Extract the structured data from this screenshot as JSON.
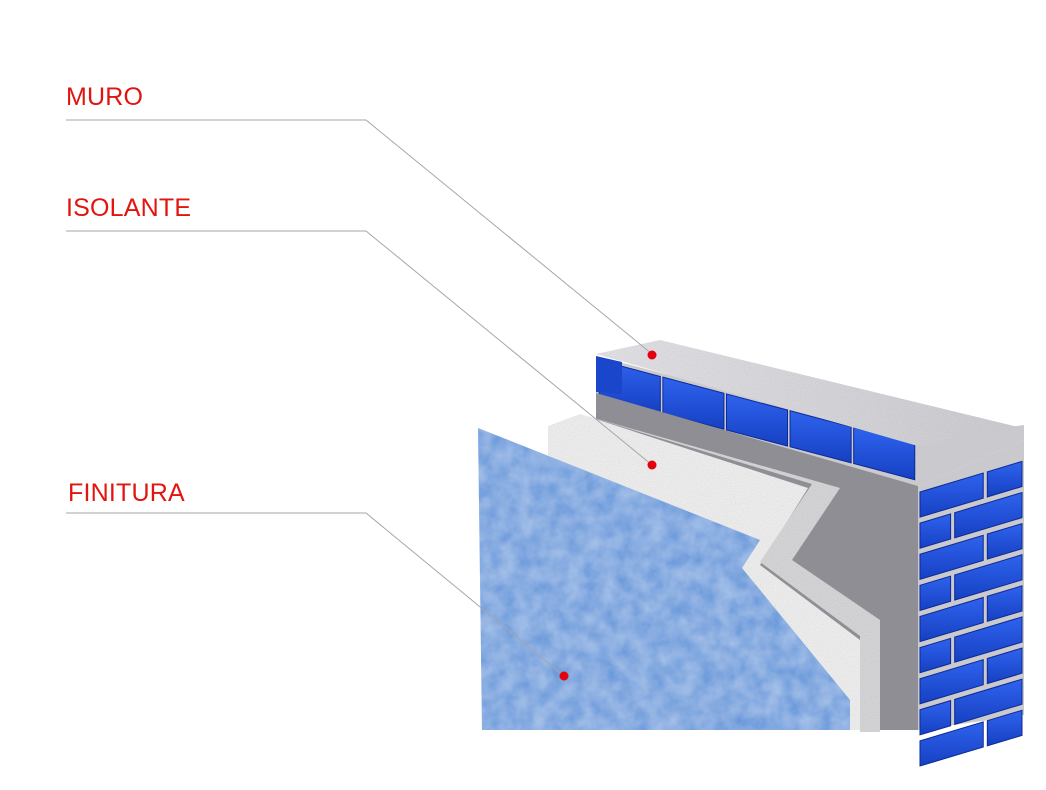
{
  "labels": {
    "muro": "MURO",
    "isolante": "ISOLANTE",
    "finitura": "FINITURA"
  },
  "colors": {
    "label_text": "#e2140f",
    "marker_dot": "#e3000f",
    "leader_line": "#a6a6a6",
    "brick_blue": "#1f4fd8",
    "brick_dark": "#0f2e9e",
    "mortar": "#c8c8cc",
    "wall_core": "#8e8e94",
    "insulation": "#f0f0f0",
    "finish_blue": "#5c93d9"
  }
}
